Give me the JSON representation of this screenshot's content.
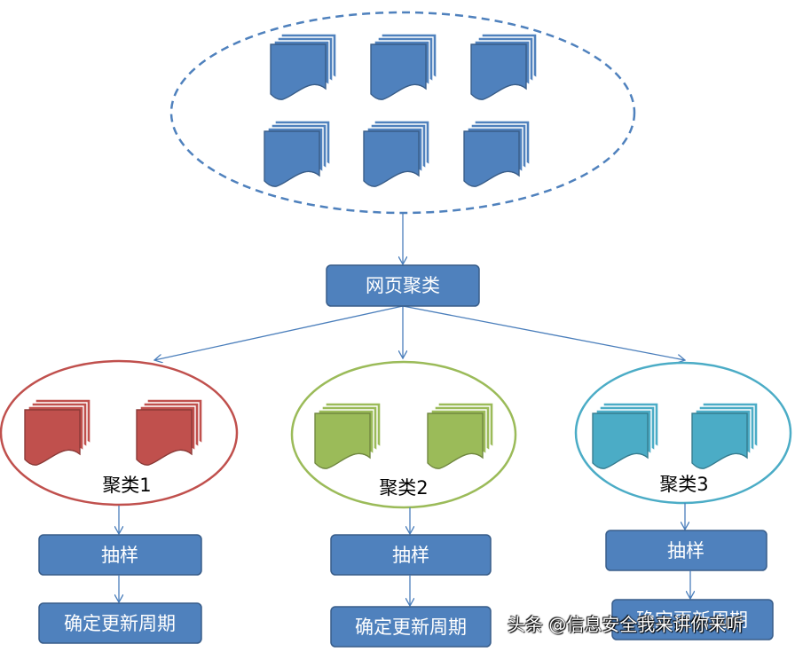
{
  "colors": {
    "box_fill": "#4f81bd",
    "box_stroke": "#385d8a",
    "line": "#4a7ebb",
    "doc_blue": "#4f81bd",
    "doc_red": "#c0504d",
    "doc_green": "#9bbb59",
    "doc_teal": "#4bacc6"
  },
  "top_group": {
    "document_icons": 6,
    "document_color": "#4f81bd"
  },
  "cluster_box": {
    "label": "网页聚类"
  },
  "clusters": [
    {
      "label": "聚类1",
      "outline": "#c0504d",
      "doc_color": "#c0504d",
      "steps": [
        "抽样",
        "确定更新周期"
      ]
    },
    {
      "label": "聚类2",
      "outline": "#9bbb59",
      "doc_color": "#9bbb59",
      "steps": [
        "抽样",
        "确定更新周期"
      ]
    },
    {
      "label": "聚类3",
      "outline": "#4bacc6",
      "doc_color": "#4bacc6",
      "steps": [
        "抽样",
        "确定更新周期"
      ]
    }
  ],
  "watermark": "头条 @信息安全我来讲你来听"
}
